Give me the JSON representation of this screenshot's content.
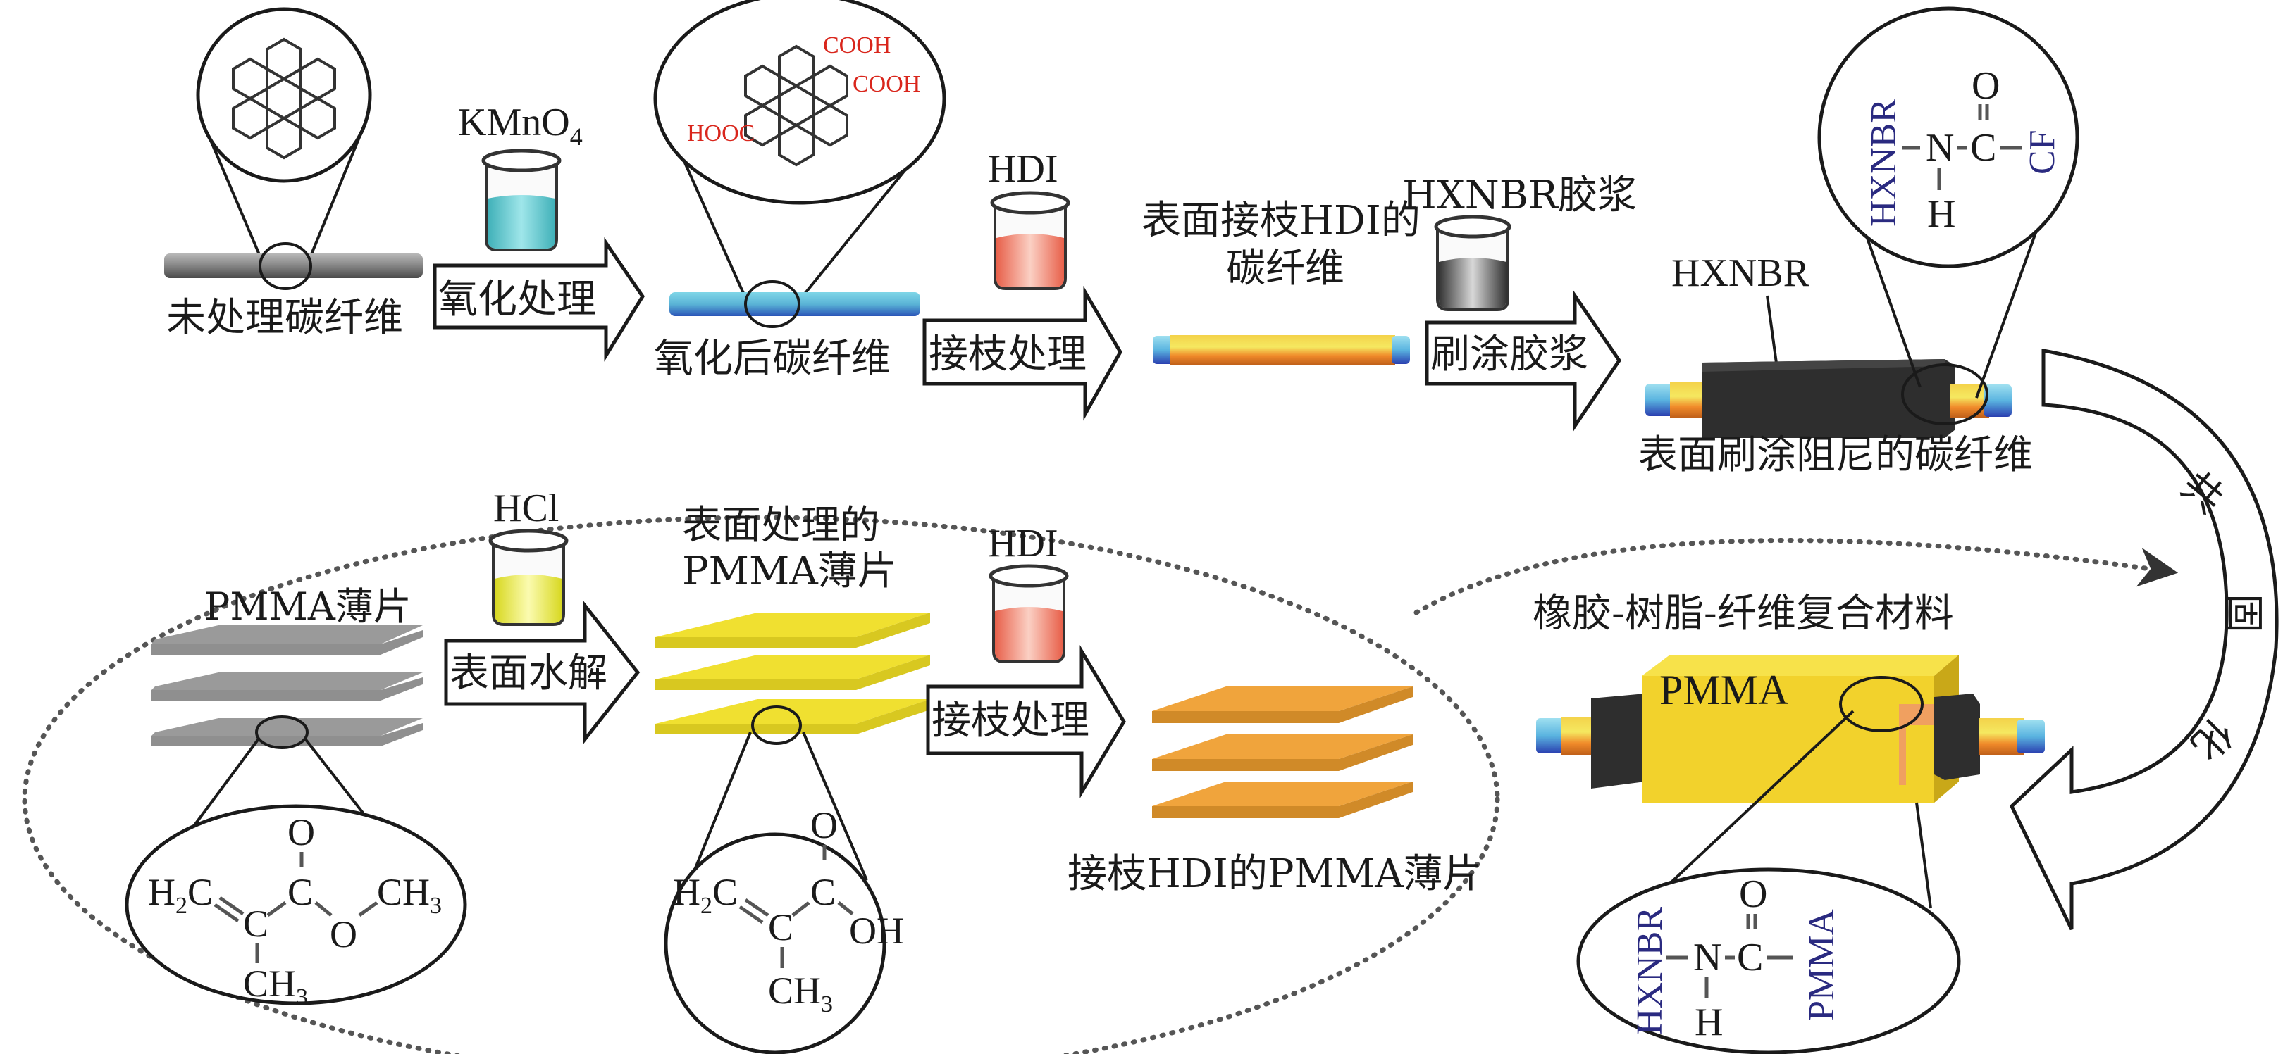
{
  "title": "橡胶-树脂-纤维复合材料制备流程示意图",
  "fiber_route": {
    "untreated_fiber_label": "未处理碳纤维",
    "oxidation_reagent": "KMnO",
    "oxidation_reagent_subscript": "4",
    "oxidation_step": "氧化处理",
    "oxidized_fiber_label": "氧化后碳纤维",
    "oxidized_groups": [
      "COOH",
      "COOH",
      "HOOC"
    ],
    "graft_reagent": "HDI",
    "graft_step": "接枝处理",
    "grafted_fiber_label_line1": "表面接枝HDI的",
    "grafted_fiber_label_line2": "碳纤维",
    "coating_reagent": "HXNBR胶浆",
    "coating_step": "刷涂胶浆",
    "coating_layer_label": "HXNBR",
    "coated_fiber_label": "表面刷涂阻尼的碳纤维",
    "interface_structure": {
      "left_group": "HXNBR",
      "n": "N",
      "c": "C",
      "o": "O",
      "h": "H",
      "right_group": "CF"
    }
  },
  "sheet_route": {
    "pmma_sheet_label": "PMMA薄片",
    "hydrolysis_reagent": "HCl",
    "hydrolysis_step": "表面水解",
    "treated_sheet_label_line1": "表面处理的",
    "treated_sheet_label_line2": "PMMA薄片",
    "graft_reagent": "HDI",
    "graft_step": "接枝处理",
    "grafted_sheet_label": "接枝HDI的PMMA薄片",
    "pmma_structure": {
      "h2c": "H",
      "h2c_sub": "2",
      "h2c_c": "C",
      "c_center": "C",
      "c_carbonyl": "C",
      "o_top": "O",
      "o_ester": "O",
      "ch3_right": "CH",
      "ch3_right_sub": "3",
      "ch3_bottom": "CH",
      "ch3_bottom_sub": "3"
    },
    "acid_structure": {
      "h2c": "H",
      "h2c_sub": "2",
      "h2c_c": "C",
      "c_center": "C",
      "c_carbonyl": "C",
      "o_top": "O",
      "oh": "OH",
      "ch3_bottom": "CH",
      "ch3_bottom_sub": "3"
    }
  },
  "cocuring": {
    "step_chars": [
      "共",
      "固",
      "化"
    ],
    "composite_label": "橡胶-树脂-纤维复合材料",
    "matrix_label": "PMMA",
    "interface_structure": {
      "left_group": "HXNBR",
      "n": "N",
      "c": "C",
      "o": "O",
      "h": "H",
      "right_group": "PMMA"
    }
  },
  "colors": {
    "untreated_fiber": "#8a8a8a",
    "oxidized_fiber": "#5ab4d6",
    "grafted_fiber": "#f2a93b",
    "fiber_end": "#3b7fd0",
    "kmno4_liquid": "#5cc7cf",
    "hdi_liquid": "#f08a78",
    "hxnbr_liquid": "#555555",
    "hcl_liquid": "#e6e84a",
    "pmma_sheet": "#8f8f8f",
    "treated_sheet": "#f0e030",
    "grafted_sheet": "#f0a43c",
    "hxnbr_coating": "#2e2e2e",
    "pmma_matrix": "#f2d22c",
    "functional_group_red": "#d9261c",
    "group_label_navy": "#2a2a80"
  }
}
